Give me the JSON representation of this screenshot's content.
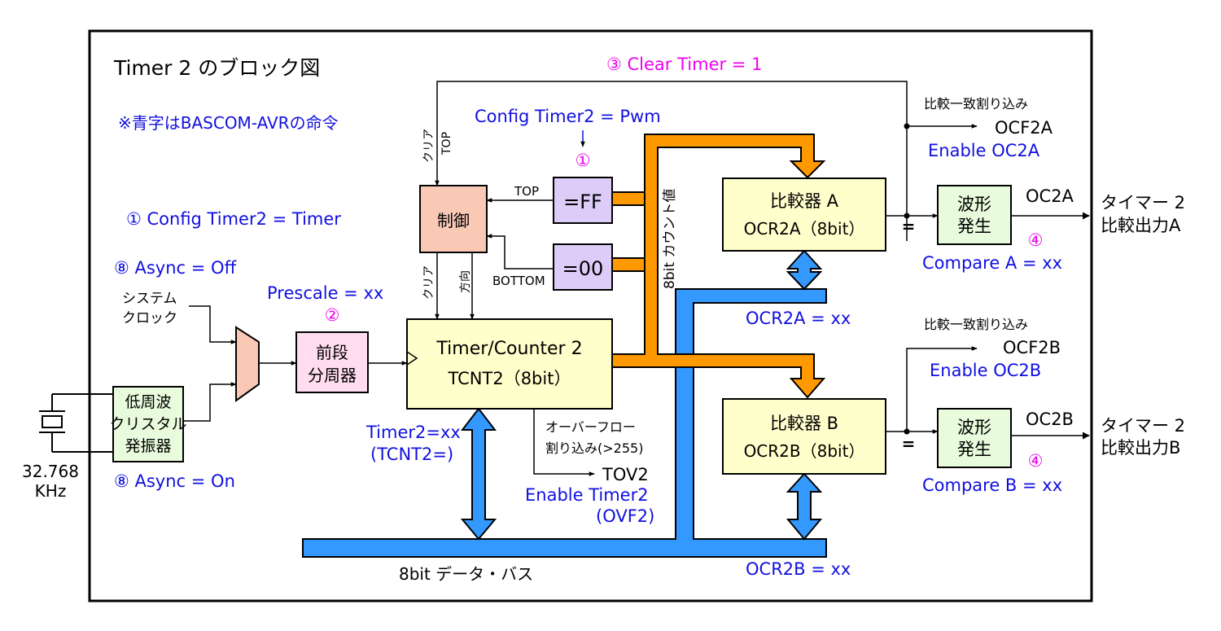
{
  "title": "Timer 2 のブロック図",
  "note": "※青字はBASCOM-AVRの命令",
  "colors": {
    "blue_text": "#1010e0",
    "magenta_text": "#ee00ee",
    "orange_bus": "#ff9900",
    "blue_bus": "#3399ff",
    "control_fill": "#f9c9b6",
    "register_fill": "#ddccf7",
    "counter_fill": "#ffffcc",
    "prescaler_fill": "#ffddee",
    "waveform_fill": "#e8fbdc"
  },
  "blocks": {
    "control": "制御",
    "ff": "=FF",
    "zero": "=00",
    "prescaler_line1": "前段",
    "prescaler_line2": "分周器",
    "counter_line1": "Timer/Counter 2",
    "counter_line2": "TCNT2（8bit）",
    "comp_a_line1": "比較器 A",
    "comp_a_line2": "OCR2A（8bit）",
    "comp_b_line1": "比較器 B",
    "comp_b_line2": "OCR2B（8bit）",
    "wave_line1": "波形",
    "wave_line2": "発生",
    "osc_line1": "低周波",
    "osc_line2": "クリスタル",
    "osc_line3": "発振器"
  },
  "labels": {
    "clear_timer": "③ Clear Timer = 1",
    "config_pwm": "Config Timer2 = Pwm",
    "circ1": "①",
    "circ2": "②",
    "circ4": "④",
    "config_timer": "① Config Timer2 = Timer",
    "async_off": "⑧ Async = Off",
    "async_on": "⑧ Async = On",
    "prescale": "Prescale = xx",
    "system_clock_1": "システム",
    "system_clock_2": "クロック",
    "crystal_freq_1": "32.768",
    "crystal_freq_2": "KHz",
    "clear_1": "クリア",
    "top_small": "TOP",
    "top": "TOP",
    "bottom": "BOTTOM",
    "direction": "方向",
    "count_value": "8bit カウント値",
    "compare_match": "比較一致割り込み",
    "ocf2a": "OCF2A",
    "enable_oc2a": "Enable OC2A",
    "ocf2b": "OCF2B",
    "enable_oc2b": "Enable OC2B",
    "oc2a": "OC2A",
    "oc2b": "OC2B",
    "out_a_1": "タイマー 2",
    "out_a_2": "比較出力A",
    "out_b_1": "タイマー 2",
    "out_b_2": "比較出力B",
    "compare_a": "Compare A = xx",
    "compare_b": "Compare B = xx",
    "ocr2a_set": "OCR2A = xx",
    "ocr2b_set": "OCR2B = xx",
    "eq": "=",
    "timer2_set": "Timer2=xx",
    "tcnt2_set": "(TCNT2=)",
    "overflow_1": "オーバーフロー",
    "overflow_2": "割り込み(>255)",
    "tov2": "TOV2",
    "enable_timer2": "Enable Timer2",
    "ovf2": "(OVF2)",
    "data_bus": "8bit データ・バス"
  }
}
